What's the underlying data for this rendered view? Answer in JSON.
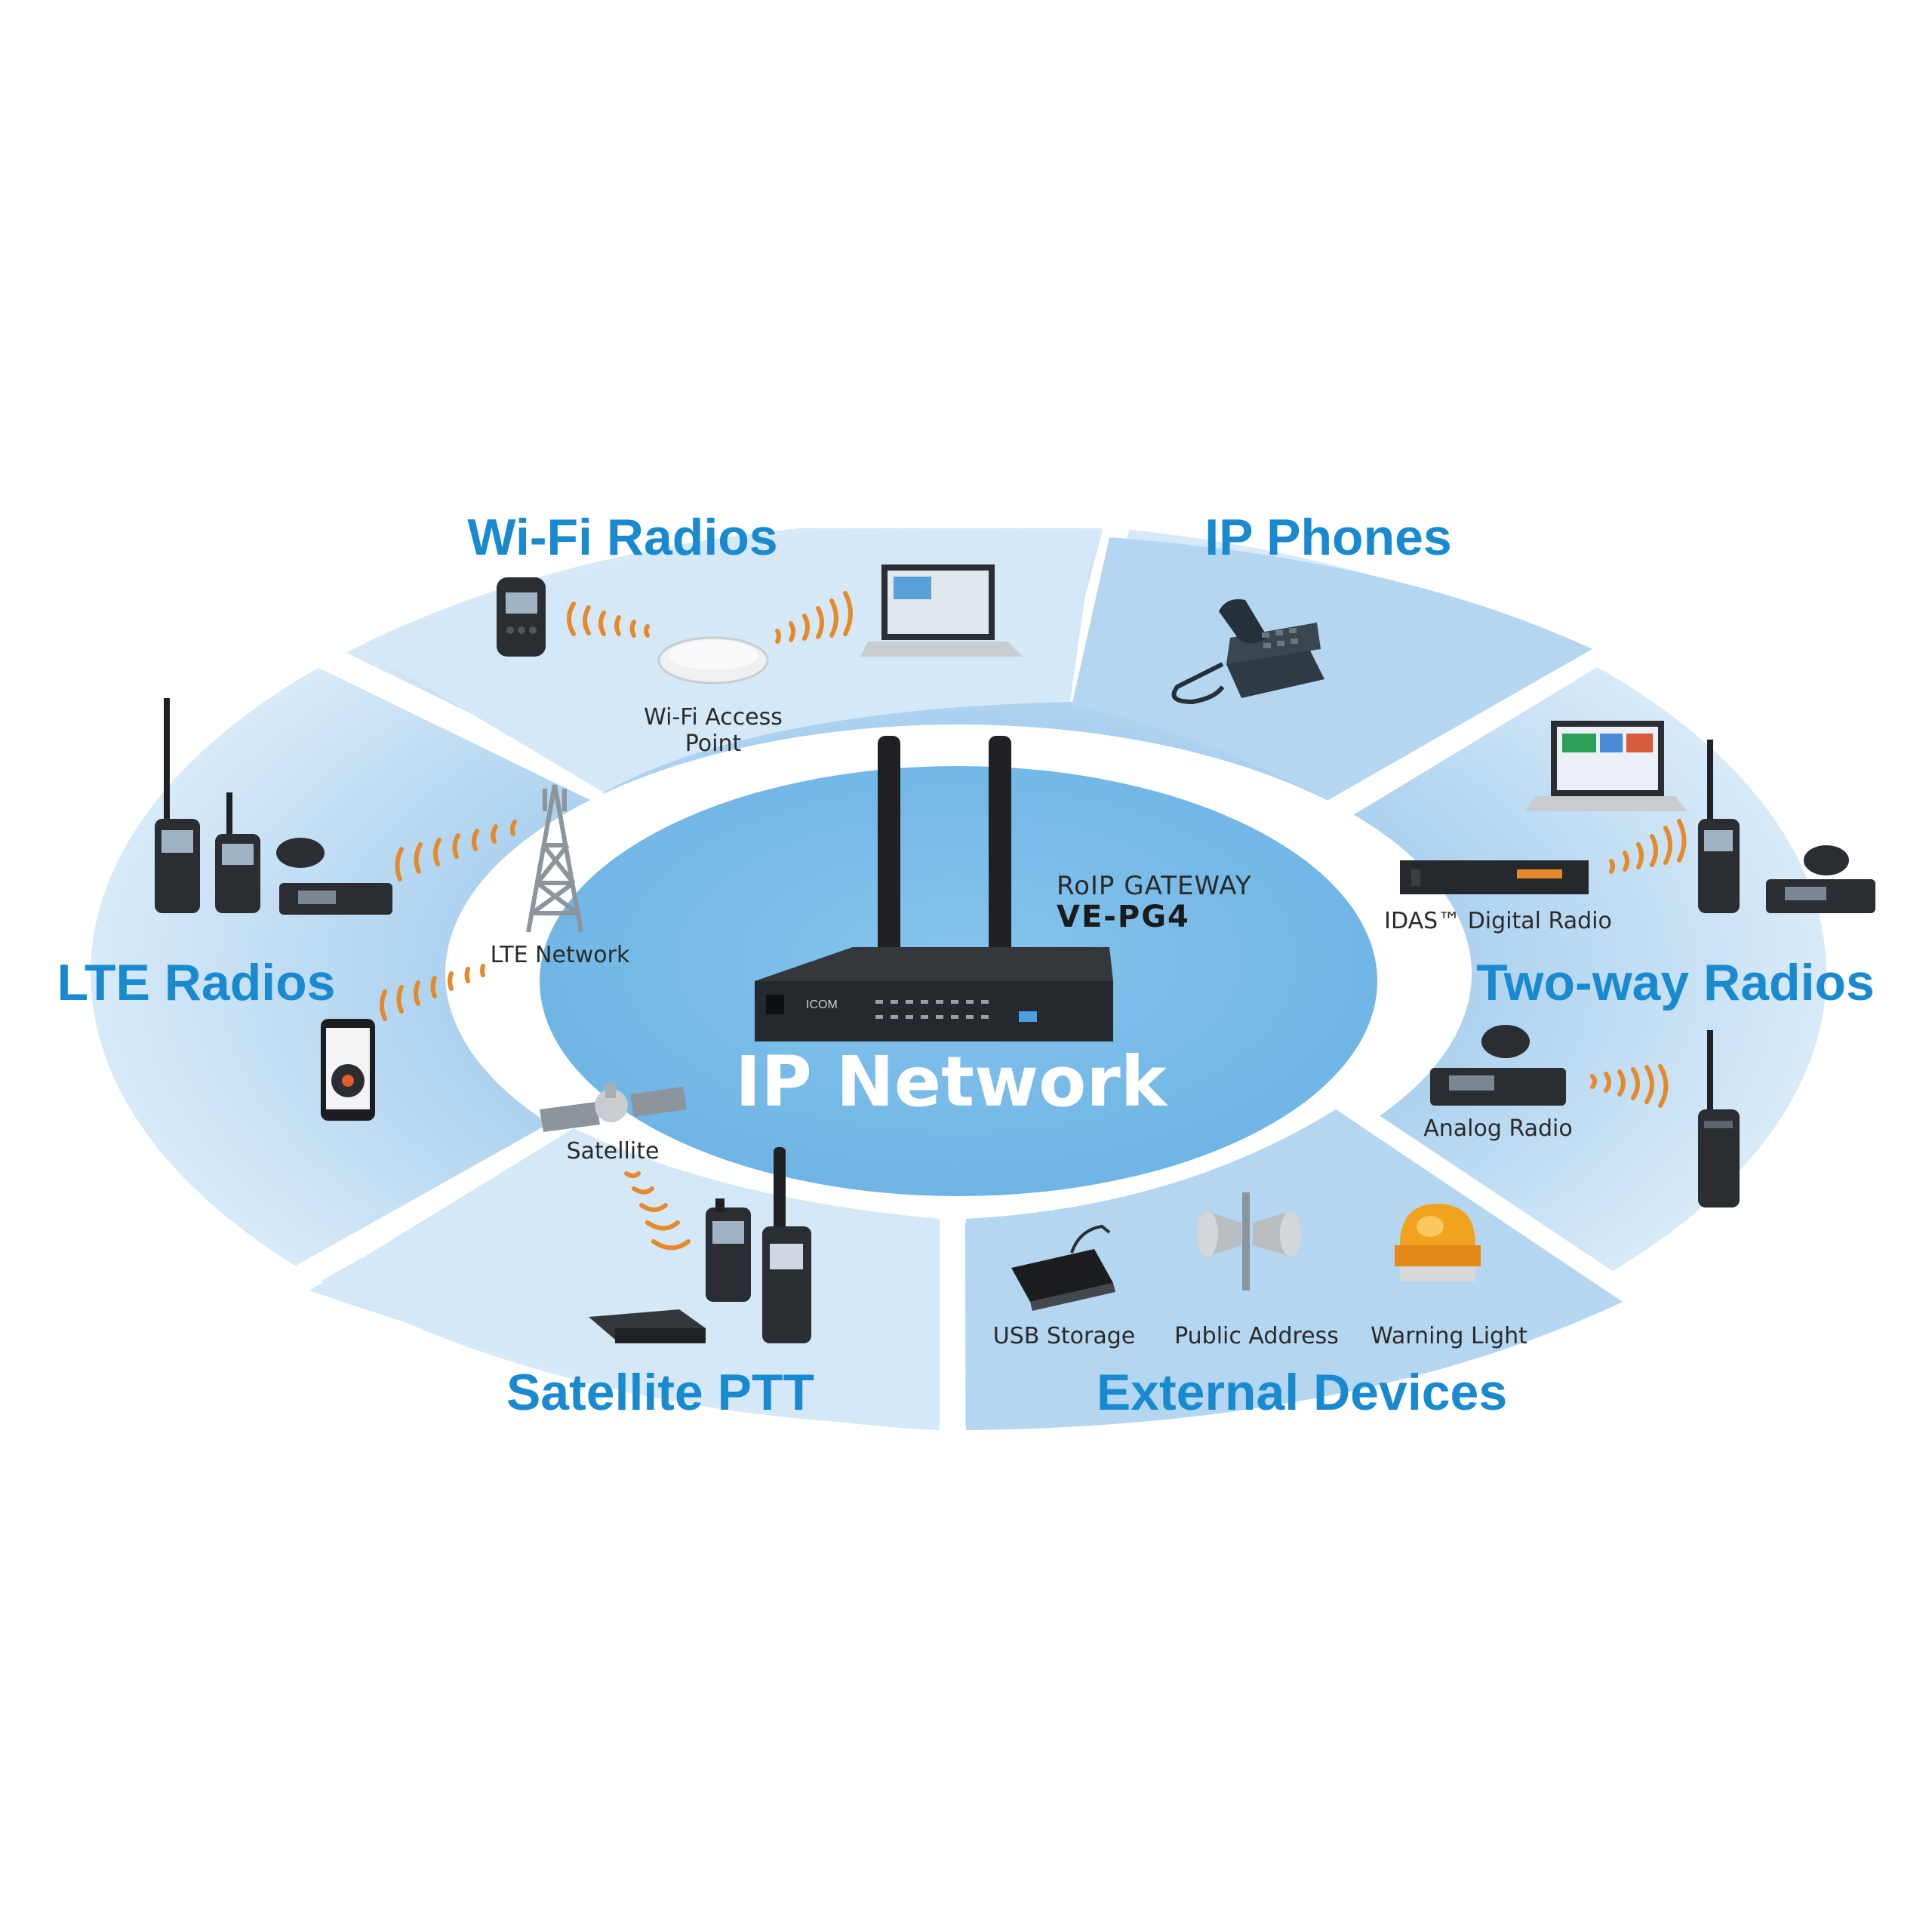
{
  "colors": {
    "ring_outer": "#d3e7f7",
    "ring_inner": "#a9d0ef",
    "center": "#7dbde8",
    "title": "#1a8ad0",
    "wave": "#e58a2a",
    "device_dark": "#2a2d31"
  },
  "center": {
    "title": "IP Network",
    "gateway_label": "RoIP GATEWAY",
    "gateway_model": "VE-PG4",
    "brand": "ICOM"
  },
  "sectors": {
    "wifi": {
      "title": "Wi-Fi Radios"
    },
    "ipphones": {
      "title": "IP Phones"
    },
    "lte": {
      "title": "LTE Radios"
    },
    "twoway": {
      "title": "Two-way Radios"
    },
    "satellite": {
      "title": "Satellite PTT"
    },
    "external": {
      "title": "External Devices"
    }
  },
  "devices": {
    "wifi_access_point_line1": "Wi-Fi Access",
    "wifi_access_point_line2": "Point",
    "lte_network": "LTE Network",
    "satellite": "Satellite",
    "idas_radio": "IDAS™ Digital Radio",
    "analog_radio": "Analog Radio",
    "usb_storage": "USB Storage",
    "public_address": "Public Address",
    "warning_light": "Warning Light"
  }
}
